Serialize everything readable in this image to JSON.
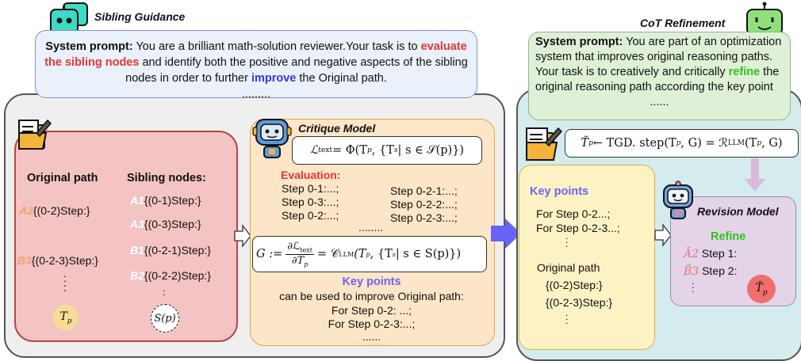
{
  "sibling_guidance": {
    "title": "Sibling Guidance",
    "system_prompt": {
      "label": "System prompt:",
      "text_a": " You are a brilliant math-solution reviewer.Your task is to ",
      "highlight_red": "evaluate the sibling nodes",
      "text_b": " and identify both the positive and negative aspects of the sibling nodes in order to further ",
      "highlight_blue": "improve",
      "text_c": " the Original path.",
      "ellipsis": "........."
    }
  },
  "cot_refinement": {
    "title": "CoT Refinement",
    "system_prompt": {
      "label": "System prompt:",
      "text_a": " You are part of an optimization system that improves original reasoning paths. Your task is to creatively and critically ",
      "highlight_green": "refine",
      "text_b": " the original reasoning path according the key point",
      "ellipsis": "......"
    }
  },
  "original_panel": {
    "original_heading": "Original path",
    "sibling_heading": "Sibling nodes:",
    "original_nodes": [
      {
        "tag": "A2",
        "text": "{(0-2)Step:}"
      },
      {
        "tag": "B3",
        "text": "{(0-2-3)Step:}"
      }
    ],
    "sibling_nodes": [
      {
        "tag": "A1",
        "text": "{(0-1)Step:}"
      },
      {
        "tag": "A3",
        "text": "{(0-3)Step:}"
      },
      {
        "tag": "B1",
        "text": "{(0-2-1)Step:}"
      },
      {
        "tag": "B2",
        "text": "{(0-2-2)Step:}"
      }
    ],
    "tp_label": "T",
    "tp_sub": "p",
    "sp_label": "S(p)"
  },
  "critique": {
    "title": "Critique Model",
    "formula_loss": "ℒ",
    "formula_loss_sub": "text",
    "formula_loss_rhs": " = Φ(T",
    "formula_loss_rest": ", {T",
    "formula_loss_end": " | s ∈ 𝒮(p)})",
    "evaluation_label": "Evaluation:",
    "eval_left": [
      "Step 0-1:...;",
      "Step 0-3:...;",
      "Step 0-2:...;"
    ],
    "eval_right": [
      "Step 0-2-1:...;",
      "Step 0-2-2:...;",
      "Step 0-2-3:...;"
    ],
    "eval_ellipsis": "........",
    "grad_lhs": "G :=",
    "grad_num": "∂ℒ",
    "grad_num_sub": "text",
    "grad_den": "∂T",
    "grad_den_sub": "p",
    "grad_rhs": "= 𝒞",
    "grad_rhs_sub": "LLM",
    "grad_rhs_rest": "(T",
    "grad_rhs_end": ", {T",
    "grad_rhs_tail": " | s ∈ S(p)})",
    "key_points_label": "Key points",
    "key_points_sub": "can be used to improve Original path:",
    "key_lines": [
      "For Step 0-2: ...;",
      "For Step 0-2-3:...;"
    ],
    "key_ellipsis": "......"
  },
  "refinement": {
    "tgd_formula": "T̃",
    "tgd_sub": "p",
    "tgd_rest": " ← TGD. step(T",
    "tgd_rest2": ", G) = ℛ",
    "tgd_sub2": "LLM",
    "tgd_rest3": "(T",
    "tgd_end": ", G)",
    "key_points_label": "Key points",
    "key_lines": [
      "For Step 0-2...;",
      "For Step 0-2-3...;"
    ],
    "original_path_label": "Original path",
    "original_lines": [
      "{(0-2)Step:}",
      "{(0-2-3)Step:}"
    ],
    "revision_title": "Revision Model",
    "refine_label": "Refine",
    "refine_lines": [
      {
        "tag": "Ã2",
        "text": "Step 1:"
      },
      {
        "tag": "B̃3",
        "text": "Step 2:"
      }
    ],
    "tp_tilde": "T̃",
    "tp_tilde_sub": "p"
  },
  "colors": {
    "red": "#e53535",
    "blue": "#3a35e8",
    "green": "#2fc21b",
    "orange": "#f4a16b",
    "arrow": "#6b63f7"
  },
  "icons": [
    "robot-chat-icon",
    "robot-chat-icon-green",
    "folder-edit-icon",
    "robot-head-icon",
    "robot-head-icon-pink"
  ]
}
